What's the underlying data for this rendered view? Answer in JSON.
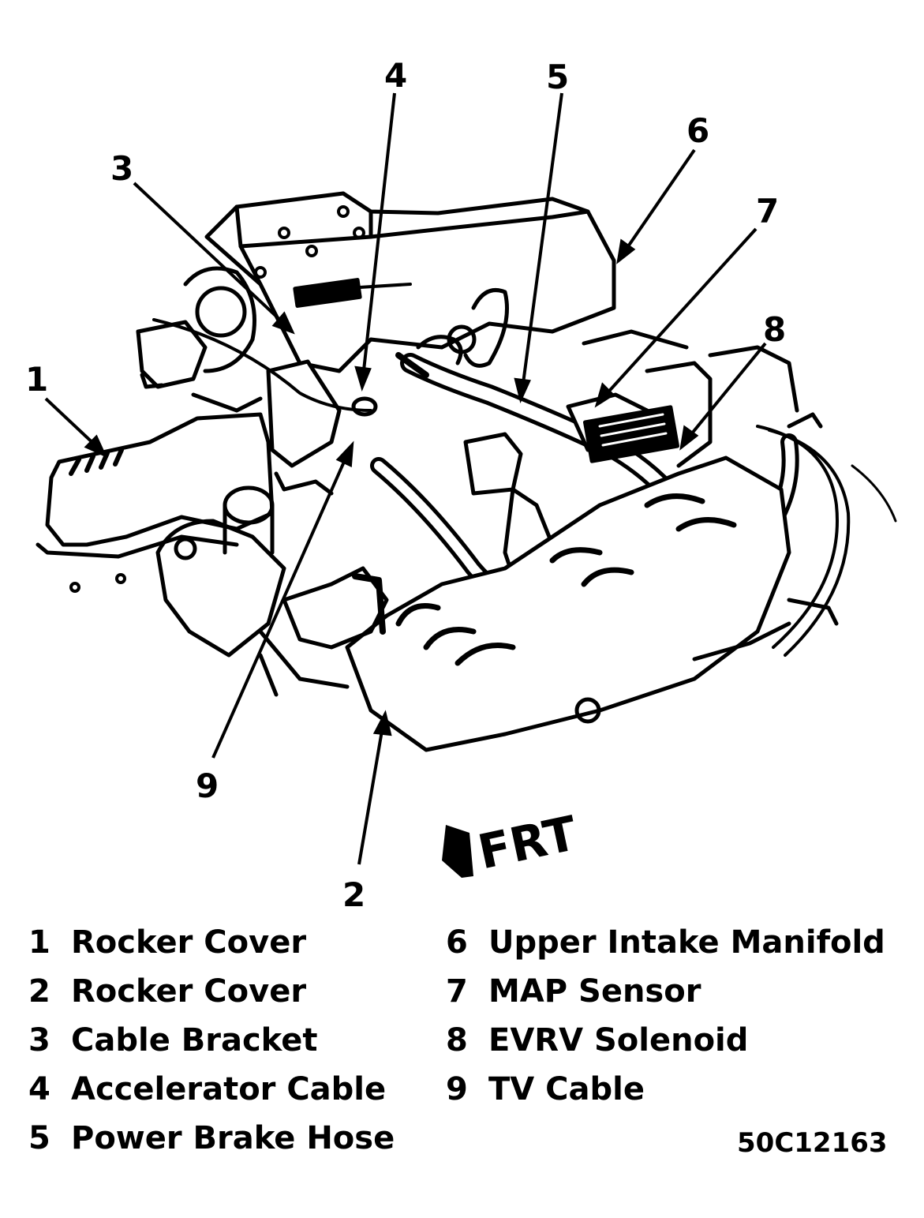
{
  "callouts": [
    "1",
    "2",
    "3",
    "4",
    "5",
    "6",
    "7",
    "8",
    "9"
  ],
  "direction_label": "FRT",
  "legend": [
    {
      "num": "1",
      "label": "Rocker Cover"
    },
    {
      "num": "2",
      "label": "Rocker Cover"
    },
    {
      "num": "3",
      "label": "Cable Bracket"
    },
    {
      "num": "4",
      "label": "Accelerator Cable"
    },
    {
      "num": "5",
      "label": "Power Brake Hose"
    },
    {
      "num": "6",
      "label": "Upper Intake Manifold"
    },
    {
      "num": "7",
      "label": "MAP Sensor"
    },
    {
      "num": "8",
      "label": "EVRV Solenoid"
    },
    {
      "num": "9",
      "label": "TV Cable"
    }
  ],
  "figure_code": "50C12163"
}
